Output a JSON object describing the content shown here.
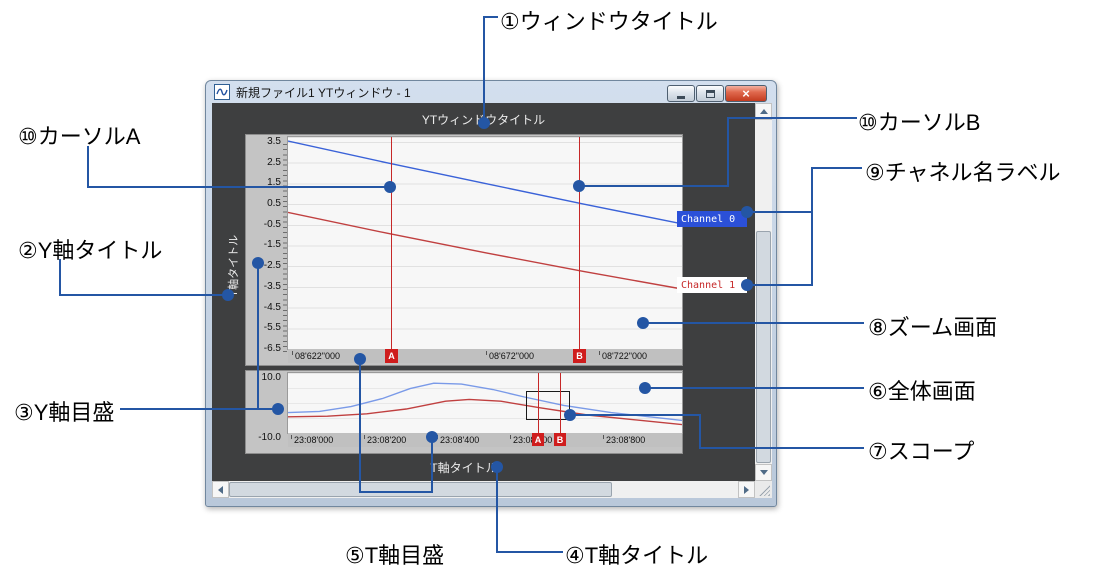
{
  "callouts": {
    "window_title": "①ウィンドウタイトル",
    "y_axis_title": "②Y軸タイトル",
    "y_axis_scale": "③Y軸目盛",
    "t_axis_title": "④T軸タイトル",
    "t_axis_scale": "⑤T軸目盛",
    "overview_screen": "⑥全体画面",
    "scope": "⑦スコープ",
    "zoom_screen": "⑧ズーム画面",
    "channel_name_label": "⑨チャネル名ラベル",
    "cursor_a": "⑩カーソルA",
    "cursor_b": "⑩カーソルB"
  },
  "window": {
    "title": "新規ファイル1 YTウィンドウ - 1",
    "yt_title": "YTウィンドウタイトル",
    "y_axis_title": "Y軸タイトル",
    "t_axis_title": "T軸タイトル",
    "close_glyph": "×"
  },
  "channels": [
    {
      "label": "Channel 0",
      "color": "#2b50d8"
    },
    {
      "label": "Channel 1",
      "color": "#c62828"
    }
  ],
  "cursors": {
    "a": "A",
    "b": "B"
  },
  "accent": {
    "callout_blue": "#2456a4",
    "cursor_red": "#c62828"
  },
  "chart_data": [
    {
      "type": "line",
      "region": "zoom",
      "y_ticks": [
        "3.5",
        "2.5",
        "1.5",
        "0.5",
        "-0.5",
        "-1.5",
        "-2.5",
        "-3.5",
        "-4.5",
        "-5.5",
        "-6.5"
      ],
      "ylim": [
        -6.5,
        3.75
      ],
      "t_ticks": [
        "08'622\"000",
        "08'672\"000",
        "08'722\"000"
      ],
      "cursors": [
        "A",
        "B"
      ],
      "grid": true,
      "series": [
        {
          "name": "Channel 0",
          "color": "#3a62d8",
          "points_frac": [
            [
              0,
              3.55
            ],
            [
              0.25,
              2.5
            ],
            [
              0.5,
              1.5
            ],
            [
              0.75,
              0.5
            ],
            [
              1,
              -0.45
            ]
          ]
        },
        {
          "name": "Channel 1",
          "color": "#c04040",
          "points_frac": [
            [
              0,
              0.1
            ],
            [
              0.25,
              -0.9
            ],
            [
              0.5,
              -1.85
            ],
            [
              0.75,
              -2.75
            ],
            [
              1,
              -3.6
            ]
          ]
        }
      ]
    },
    {
      "type": "line",
      "region": "overview",
      "y_ticks": [
        "10.0",
        "-10.0"
      ],
      "ylim": [
        -10,
        10
      ],
      "t_ticks": [
        "23:08'000",
        "23:08'200",
        "23:08'400",
        "23:08'600",
        "23:08'800"
      ],
      "cursors": [
        "A",
        "B"
      ],
      "grid": false,
      "series": [
        {
          "name": "Channel 0",
          "color": "#7a9ae8",
          "points_frac": [
            [
              0,
              -3.2
            ],
            [
              0.08,
              -2.8
            ],
            [
              0.16,
              -1.2
            ],
            [
              0.24,
              1.5
            ],
            [
              0.31,
              4.8
            ],
            [
              0.37,
              6.6
            ],
            [
              0.44,
              6.3
            ],
            [
              0.52,
              4.5
            ],
            [
              0.6,
              2.0
            ],
            [
              0.7,
              -0.8
            ],
            [
              0.82,
              -3.2
            ],
            [
              1,
              -5.8
            ]
          ]
        },
        {
          "name": "Channel 1",
          "color": "#c04040",
          "points_frac": [
            [
              0,
              -4.6
            ],
            [
              0.1,
              -4.4
            ],
            [
              0.2,
              -3.6
            ],
            [
              0.3,
              -2.0
            ],
            [
              0.4,
              0.6
            ],
            [
              0.46,
              1.2
            ],
            [
              0.54,
              0.6
            ],
            [
              0.64,
              -1.6
            ],
            [
              0.76,
              -4.0
            ],
            [
              1,
              -7.2
            ]
          ]
        }
      ]
    }
  ]
}
